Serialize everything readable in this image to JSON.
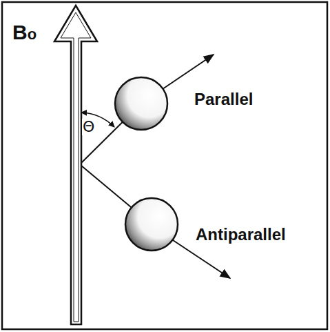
{
  "diagram": {
    "labels": [
      "Bo",
      "Θ",
      "Parallel",
      "Antiparallel"
    ]
  }
}
